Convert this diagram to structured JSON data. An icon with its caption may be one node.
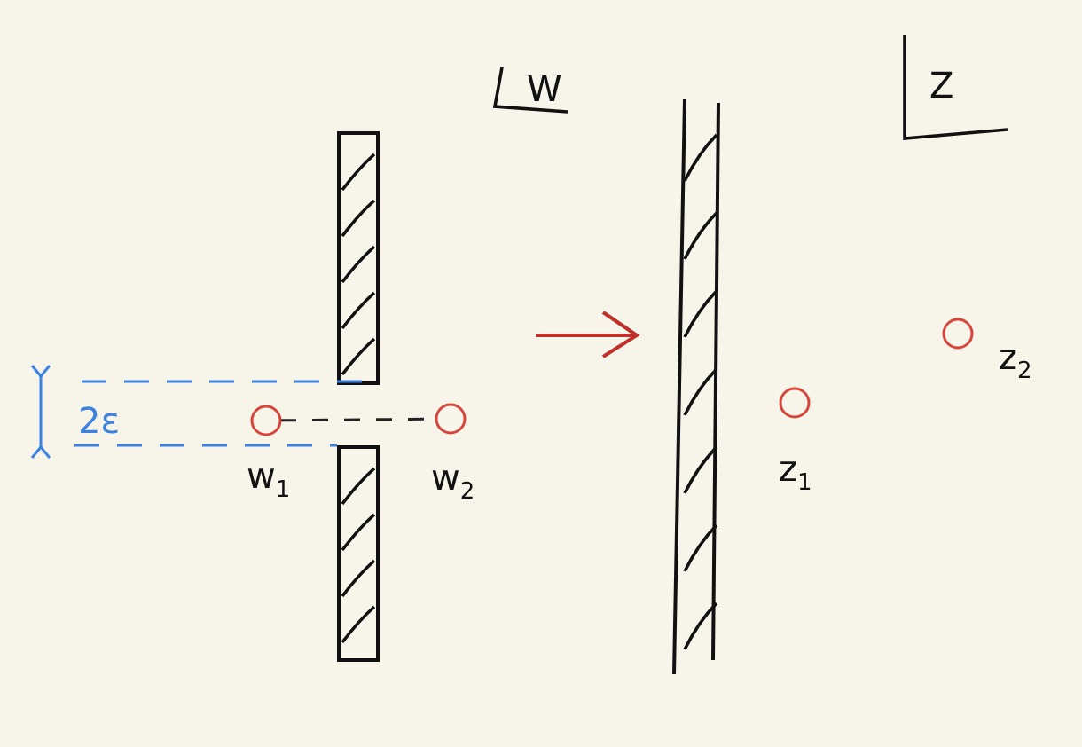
{
  "diagram": {
    "nodes": [
      {
        "text": [],
        "shape": "circle",
        "beside": [
          "w$_{1}$"
        ]
      },
      {
        "text": [],
        "shape": "circle",
        "beside": [
          "w$_{2}$"
        ]
      },
      {
        "text": [],
        "shape": "circle",
        "beside": [
          "z$_{1}$"
        ]
      },
      {
        "text": [],
        "shape": "circle",
        "beside": [
          "z$_{2}$"
        ]
      }
    ],
    "edges": [
      {
        "from": 0,
        "to": 1,
        "arrow": "none",
        "style": "dashed"
      }
    ],
    "labels": [
      "W",
      "2ε",
      "Z"
    ]
  }
}
